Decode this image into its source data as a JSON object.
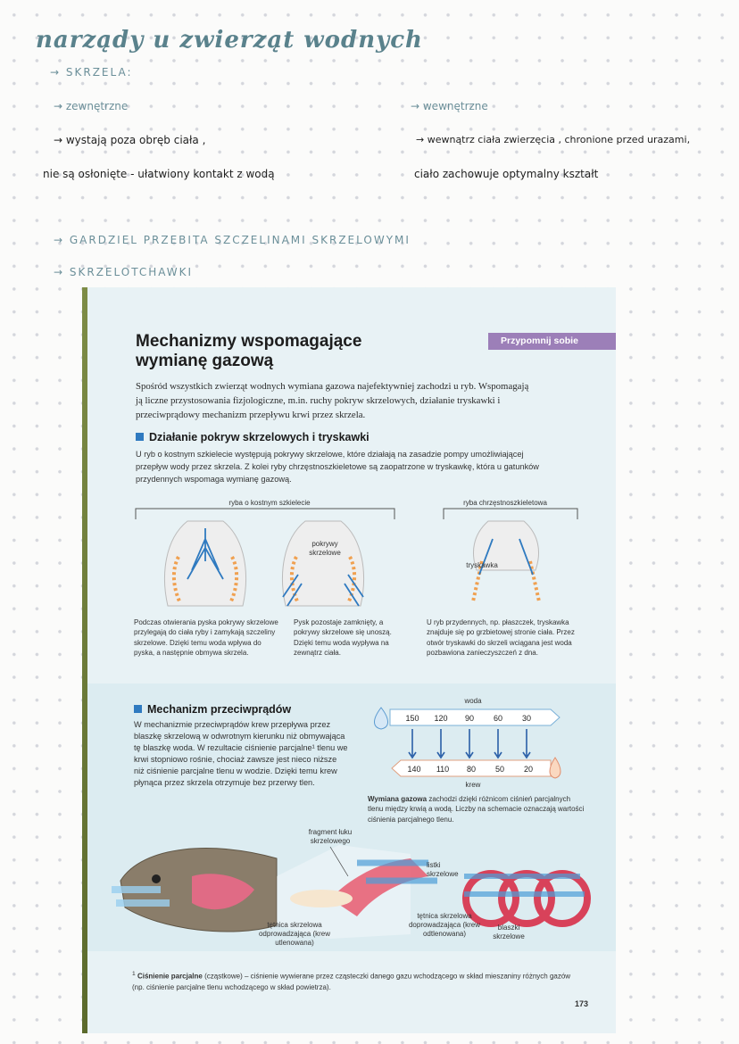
{
  "notes": {
    "title": "narządy u zwierząt wodnych",
    "item_skrzela": "→  SKRZELA:",
    "item_zewnetrzne": "→  zewnętrzne",
    "item_wewnetrzne": "→  wewnętrzne",
    "zewn_line1": "→  wystają poza obręb ciała ,",
    "zewn_line2": "nie są osłonięte - ułatwiony kontakt z wodą",
    "wewn_line1": "→  wewnątrz ciała zwierzęcia , chronione przed urazami,",
    "wewn_line2": "ciało zachowuje optymalny kształt",
    "item_gardziel": "→   GARDZIEL PRZEBITA  SZCZELINAMI  SKRZELOWYMI",
    "item_skrzelotchawki": "→   SKRZELOTCHAWKI"
  },
  "textbook": {
    "heading": "Mechanizmy wspomagające wymianę gazową",
    "tag": "Przypomnij sobie",
    "intro": "Spośród wszystkich zwierząt wodnych wymiana gazowa najefektywniej zachodzi u ryb. Wspomagają ją liczne przystosowania fizjologiczne, m.in. ruchy pokryw skrzelowych, działanie tryskawki i przeciwprądowy mechanizm przepływu krwi przez skrzela.",
    "section1_heading": "Działanie pokryw skrzelowych i tryskawki",
    "section1_text": "U ryb o kostnym szkielecie występują pokrywy skrzelowe, które działają na zasadzie pompy umożliwiającej przepływ wody przez skrzela. Z kolei ryby chrzęstnoszkieletowe są zaopatrzone w tryskawkę, która u gatunków przydennych wspomaga wymianę gazową.",
    "label_bony": "ryba o kostnym szkielecie",
    "label_cartilage": "ryba chrzęstnoszkieletowa",
    "label_covers": "pokrywy skrzelowe",
    "label_spiracle": "tryskawka",
    "cap1": "Podczas otwierania pyska pokrywy skrzelowe przylegają do ciała ryby i zamykają szczeliny skrzelowe. Dzięki temu woda wpływa do pyska, a następnie obmywa skrzela.",
    "cap2": "Pysk pozostaje zamknięty, a pokrywy skrzelowe się unoszą. Dzięki temu woda wypływa na zewnątrz ciała.",
    "cap3": "U ryb przydennych, np. płaszczek, tryskawka znajduje się po grzbietowej stronie ciała. Przez otwór tryskawki do skrzeli wciągana jest woda pozbawiona zanieczyszczeń z dna.",
    "section2_heading": "Mechanizm przeciwprądów",
    "section2_text": "W mechanizmie przeciwprądów krew przepływa przez blaszkę skrzelową w odwrotnym kierunku niż obmywająca tę blaszkę woda. W rezultacie ciśnienie parcjalne¹ tlenu we krwi stopniowo rośnie, chociaż zawsze jest nieco niższe niż ciśnienie parcjalne tlenu w wodzie. Dzięki temu krew płynąca przez skrzela otrzymuje bez przerwy tlen.",
    "water_label": "woda",
    "blood_label": "krew",
    "water_values": [
      "150",
      "120",
      "90",
      "60",
      "30"
    ],
    "blood_values": [
      "140",
      "110",
      "80",
      "50",
      "20"
    ],
    "exchange_caption_bold": "Wymiana gazowa",
    "exchange_caption": "zachodzi dzięki różnicom ciśnień parcjalnych tlenu między krwią a wodą. Liczby na schemacie oznaczają wartości ciśnienia parcjalnego tlenu.",
    "label_fragment": "fragment łuku skrzelowego",
    "label_listki": "listki skrzelowe",
    "label_tetnica_out": "tętnica skrzelowa odprowadzająca (krew utlenowana)",
    "label_tetnica_in": "tętnica skrzelowa doprowadzająca (krew odtlenowana)",
    "label_blaszki": "blaszki skrzelowe",
    "footnote_bold": "Ciśnienie parcjalne",
    "footnote_text": "(cząstkowe) – ciśnienie wywierane przez cząsteczki danego gazu wchodzącego w skład mieszaniny różnych gazów (np. ciśnienie parcjalne tlenu wchodzącego w skład powietrza).",
    "footnote_mark": "1",
    "page_number": "173"
  },
  "colors": {
    "accent_teal": "#5a828c",
    "tag_purple": "#9c7fb8",
    "water_blue": "#2f7ac0",
    "blood_orange": "#e9a37a"
  }
}
